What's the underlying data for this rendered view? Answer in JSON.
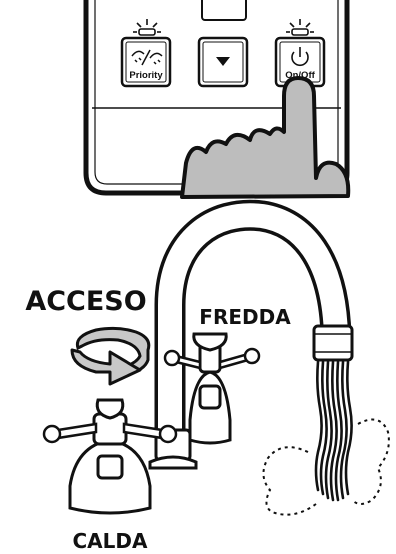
{
  "control_panel": {
    "priority_label": "Priority",
    "onoff_label": "On/Off"
  },
  "faucet": {
    "acceso_label": "ACCESO",
    "fredda_label": "FREDDA",
    "calda_label": "CALDA"
  },
  "colors": {
    "line": "#111111",
    "hand_fill": "#bdbdbd",
    "arrow_fill": "#c8c8c8",
    "background": "#ffffff"
  }
}
